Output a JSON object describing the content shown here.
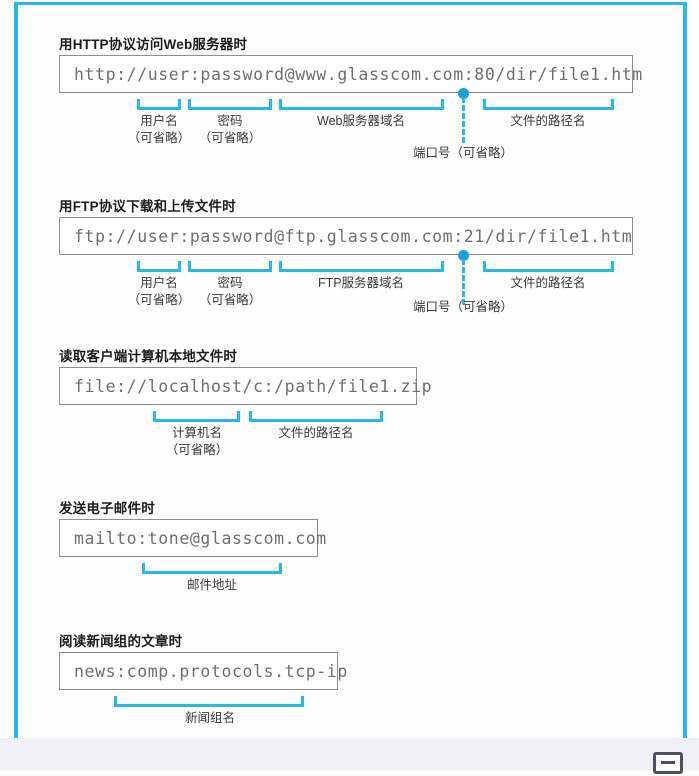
{
  "page": {
    "accent_color": "#29b6e8",
    "box_border_color": "#8e8e8e",
    "url_text_color": "#6f6f72",
    "caption_color": "#3a3a3a",
    "background_color": "#ffffff",
    "band_color": "#eff0f5",
    "bottom_icon": "broken-image-icon"
  },
  "sections": [
    {
      "title": "用HTTP协议访问Web服务器时",
      "url": "http://user:password@www.glasscom.com:80/dir/file1.htm",
      "labels": [
        {
          "name": "用户名",
          "sub": "（可省略）"
        },
        {
          "name": "密码",
          "sub": "（可省略）"
        },
        {
          "name": "Web服务器域名",
          "sub": ""
        },
        {
          "name": "文件的路径名",
          "sub": ""
        }
      ],
      "port_label": "端口号（可省略）"
    },
    {
      "title": "用FTP协议下载和上传文件时",
      "url": "ftp://user:password@ftp.glasscom.com:21/dir/file1.htm",
      "labels": [
        {
          "name": "用户名",
          "sub": "（可省略）"
        },
        {
          "name": "密码",
          "sub": "（可省略）"
        },
        {
          "name": "FTP服务器域名",
          "sub": ""
        },
        {
          "name": "文件的路径名",
          "sub": ""
        }
      ],
      "port_label": "端口号（可省略）"
    },
    {
      "title": "读取客户端计算机本地文件时",
      "url": "file://localhost/c:/path/file1.zip",
      "labels": [
        {
          "name": "计算机名",
          "sub": "（可省略）"
        },
        {
          "name": "文件的路径名",
          "sub": ""
        }
      ],
      "port_label": ""
    },
    {
      "title": "发送电子邮件时",
      "url": "mailto:tone@glasscom.com",
      "labels": [
        {
          "name": "邮件地址",
          "sub": ""
        }
      ],
      "port_label": ""
    },
    {
      "title": "阅读新闻组的文章时",
      "url": "news:comp.protocols.tcp-ip",
      "labels": [
        {
          "name": "新闻组名",
          "sub": ""
        }
      ],
      "port_label": ""
    }
  ]
}
